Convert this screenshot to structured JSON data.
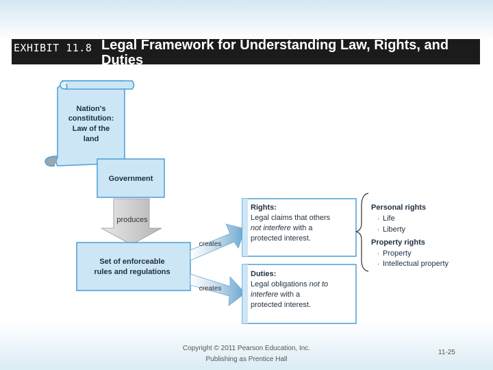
{
  "header": {
    "exhibit": "EXHIBIT 11.8",
    "title": "Legal Framework for Understanding Law, Rights, and Duties"
  },
  "diagram": {
    "constitution": [
      "Nation's",
      "constitution:",
      "Law of the",
      "land"
    ],
    "government": "Government",
    "produces": "produces",
    "rules": [
      "Set of enforceable",
      "rules and regulations"
    ],
    "creates_top": "creates",
    "creates_bottom": "creates",
    "rights": {
      "title": "Rights:",
      "l1": "Legal claims that others",
      "l2_italic": "not interfere",
      "l2_rest": " with a",
      "l3": "protected interest."
    },
    "duties": {
      "title": "Duties:",
      "l1_start": "Legal obligations ",
      "l1_italic": "not to",
      "l2_italic": "interfere",
      "l2_rest": " with a",
      "l3": "protected interest."
    },
    "side": {
      "personal": "Personal rights",
      "personal_items": [
        "Life",
        "Liberty"
      ],
      "property": "Property rights",
      "property_items": [
        "Property",
        "Intellectual property"
      ]
    },
    "colors": {
      "box_fill": "#cce6f6",
      "box_stroke": "#4a9ed6",
      "arrow_fill": "#bfbfbf",
      "text": "#1f2f3f"
    }
  },
  "footer": {
    "copyright_l1": "Copyright © 2011 Pearson Education, Inc.",
    "copyright_l2": "Publishing as Prentice Hall",
    "page": "11-25"
  }
}
